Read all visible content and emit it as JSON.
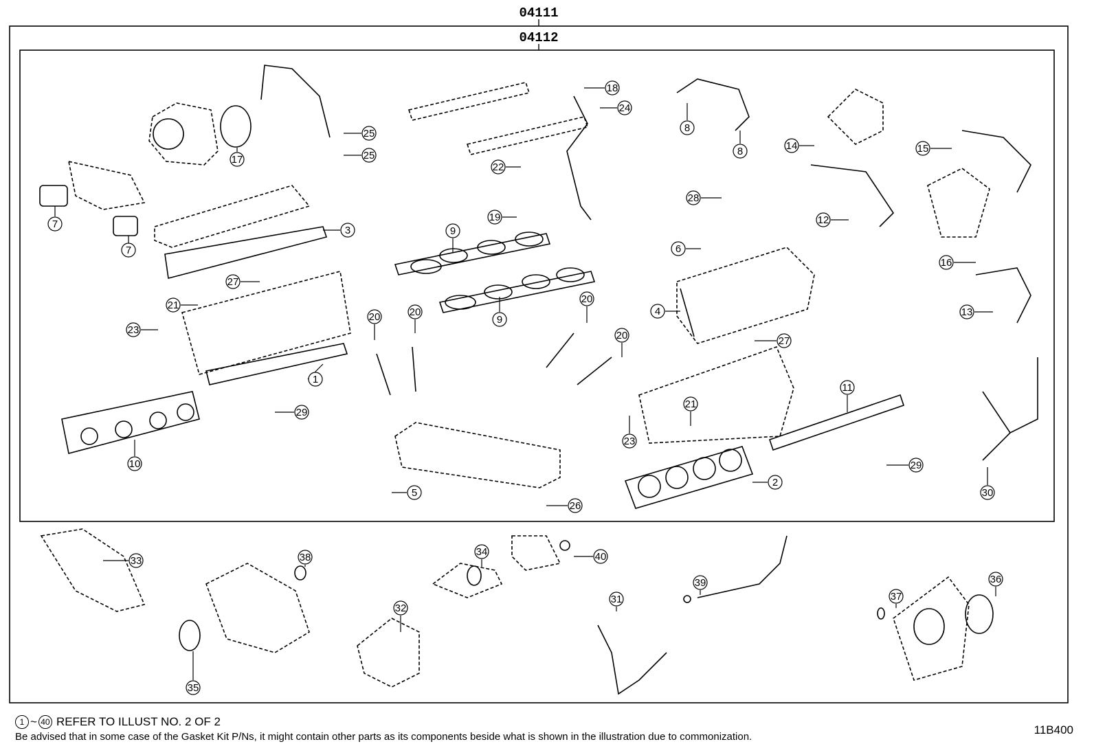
{
  "header": {
    "outer_kit": "04111",
    "inner_kit": "04112"
  },
  "callouts": [
    {
      "n": "1"
    },
    {
      "n": "2"
    },
    {
      "n": "3"
    },
    {
      "n": "4"
    },
    {
      "n": "5"
    },
    {
      "n": "6"
    },
    {
      "n": "7"
    },
    {
      "n": "7"
    },
    {
      "n": "8"
    },
    {
      "n": "8"
    },
    {
      "n": "9"
    },
    {
      "n": "9"
    },
    {
      "n": "10"
    },
    {
      "n": "11"
    },
    {
      "n": "12"
    },
    {
      "n": "13"
    },
    {
      "n": "14"
    },
    {
      "n": "15"
    },
    {
      "n": "16"
    },
    {
      "n": "17"
    },
    {
      "n": "18"
    },
    {
      "n": "19"
    },
    {
      "n": "20"
    },
    {
      "n": "20"
    },
    {
      "n": "20"
    },
    {
      "n": "20"
    },
    {
      "n": "21"
    },
    {
      "n": "21"
    },
    {
      "n": "22"
    },
    {
      "n": "23"
    },
    {
      "n": "23"
    },
    {
      "n": "24"
    },
    {
      "n": "25"
    },
    {
      "n": "25"
    },
    {
      "n": "26"
    },
    {
      "n": "27"
    },
    {
      "n": "27"
    },
    {
      "n": "28"
    },
    {
      "n": "29"
    },
    {
      "n": "29"
    },
    {
      "n": "30"
    },
    {
      "n": "31"
    },
    {
      "n": "32"
    },
    {
      "n": "33"
    },
    {
      "n": "34"
    },
    {
      "n": "35"
    },
    {
      "n": "36"
    },
    {
      "n": "37"
    },
    {
      "n": "38"
    },
    {
      "n": "39"
    },
    {
      "n": "40"
    }
  ],
  "footer": {
    "range_start": "1",
    "range_sep": "~",
    "range_end": "40",
    "reference_note": "REFER TO ILLUST NO. 2 OF 2",
    "disclaimer": "Be advised that in some case of the Gasket Kit P/Ns,  it might contain other parts as its components beside what is shown in the illustration due to commonization.",
    "figure_id": "11B400"
  }
}
